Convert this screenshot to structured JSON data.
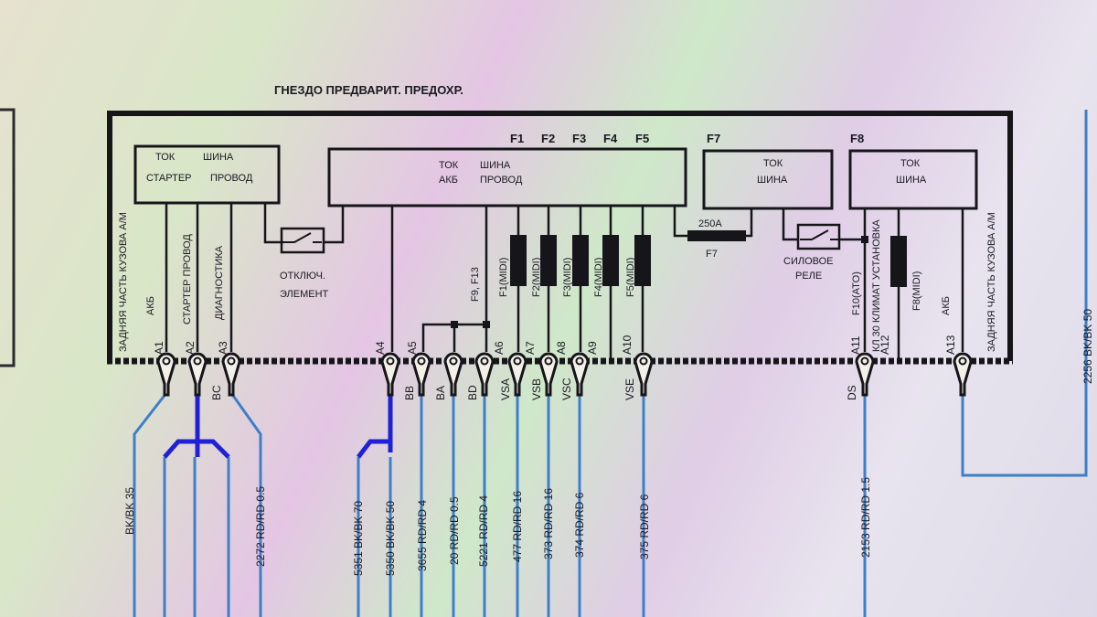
{
  "title": "ГНЕЗДО ПРЕДВАРИТ.   ПРЕДОХР.",
  "box_starter": {
    "l1a": "ТОК",
    "l1b": "ШИНА",
    "l2a": "СТАРТЕР",
    "l2b": "ПРОВОД"
  },
  "box_battery": {
    "l1a": "ТОК",
    "l1b": "ШИНА",
    "l2a": "АКБ",
    "l2b": "ПРОВОД"
  },
  "box_f7": {
    "label": "F7",
    "l1": "ТОК",
    "l2": "ШИНА"
  },
  "box_f8": {
    "label": "F8",
    "l1": "ТОК",
    "l2": "ШИНА"
  },
  "fuse_headers": [
    "F1",
    "F2",
    "F3",
    "F4",
    "F5"
  ],
  "disconnect": {
    "l1": "ОТКЛЮЧ.",
    "l2": "ЭЛЕМЕНТ"
  },
  "fuse_f7": {
    "rating": "250A",
    "name": "F7"
  },
  "power_relay": {
    "l1": "СИЛОВОЕ",
    "l2": "РЕЛЕ"
  },
  "vertical_labels": [
    "ЗАДНЯЯ ЧАСТЬ КУЗОВА А/М",
    "АКБ",
    "СТАРТЕР  ПРОВОД",
    "ДИАГНОСТИКА",
    "F9, F13",
    "F1(MIDI)",
    "F2(MIDI)",
    "F3(MIDI)",
    "F4(MIDI)",
    "F5(MIDI)",
    "F10(ATO)",
    "КЛ 30  КЛИМАТ УСТАНОВКА",
    "F8(MIDI)",
    "АКБ",
    "ЗАДНЯЯ ЧАСТЬ КУЗОВА А/М"
  ],
  "pins": [
    "A1",
    "A2",
    "A3",
    "A4",
    "A5",
    "A6",
    "A7",
    "A8",
    "A9",
    "A10",
    "A11",
    "A12",
    "A13"
  ],
  "terminals": [
    "BC",
    "BB",
    "BA",
    "BD",
    "VSA",
    "VSB",
    "VSC",
    "VSE",
    "DS"
  ],
  "wires": [
    "BK/BK 35",
    "2272 RD/RD 0.5",
    "5351 BK/BK 70",
    "5350 BK/BK 50",
    "3655 RD/RD 4",
    "20 RD/RD 0.5",
    "5221 RD/RD 4",
    "477 RD/RD 16",
    "373 RD/RD 16",
    "374 RD/RD 6",
    "375 RD/RD 6",
    "2153 RD/RD 1.5",
    "2256 BK/BK 50"
  ]
}
